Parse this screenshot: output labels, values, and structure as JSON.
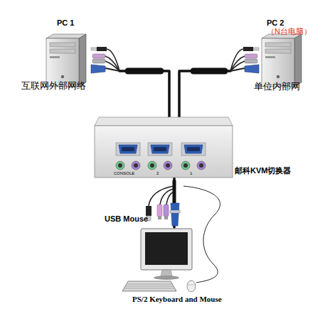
{
  "diagram": {
    "nodes": [
      {
        "text": [
          "PC 1",
          "互联网外部网络"
        ]
      },
      {
        "text": [
          "PC 2",
          "（N台电脑）",
          "单位内部网"
        ]
      },
      {
        "text": [
          "邮科KVM切换器"
        ]
      },
      {
        "text": [
          "PS/2 Keyboard and Mouse"
        ]
      }
    ],
    "edges": [
      {
        "from": 0,
        "to": 2,
        "arrow": "none"
      },
      {
        "from": 1,
        "to": 2,
        "arrow": "none"
      },
      {
        "from": 2,
        "to": 3,
        "arrow": "none"
      }
    ],
    "labels": [
      "USB Mouse",
      "CONSOLE",
      "2",
      "1"
    ]
  }
}
